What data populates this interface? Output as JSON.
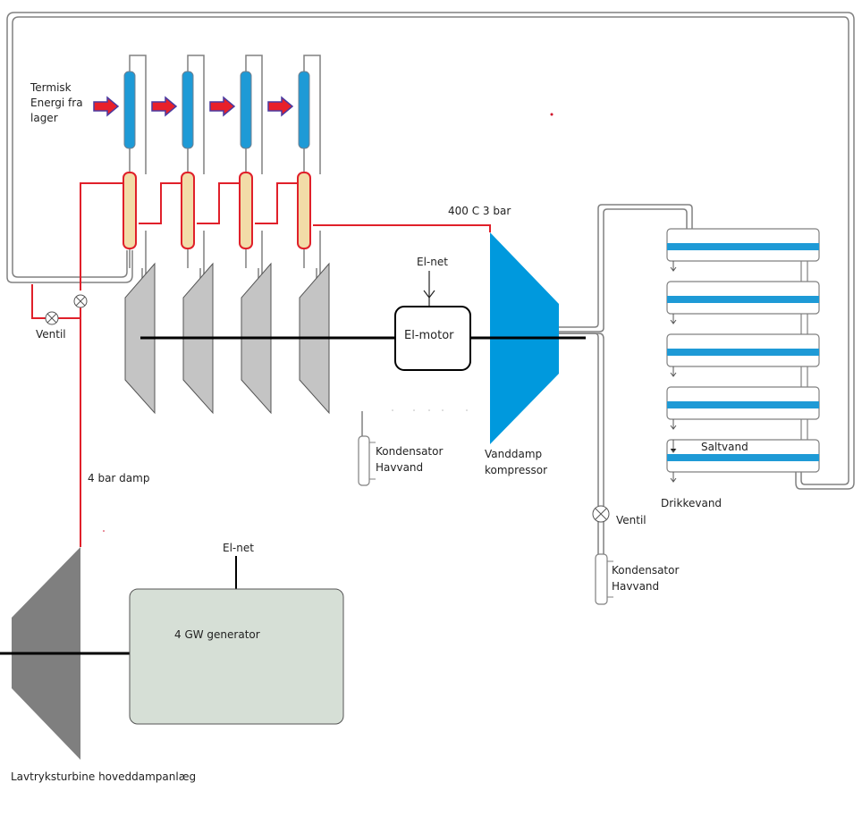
{
  "diagram": {
    "labels": {
      "thermal_energy": [
        "Termisk",
        "Energi fra",
        "lager"
      ],
      "steam_condition": "400 C 3 bar",
      "el_net_motor": "El-net",
      "el_motor": "El-motor",
      "valve_left": "Ventil",
      "condenser_mid": [
        "Kondensator",
        "Havvand"
      ],
      "compressor": [
        "Vanddamp",
        "kompressor"
      ],
      "saltwater": "Saltvand",
      "drinking_water": "Drikkevand",
      "valve_right": "Ventil",
      "condenser_right": [
        "Kondensator",
        "Havvand"
      ],
      "steam_4bar": "4 bar damp",
      "el_net_generator": "El-net",
      "generator": "4 GW generator",
      "low_pressure_turbine": "Lavtryksturbine hoveddampanlæg"
    },
    "stages": 4,
    "evaporator_trays": 5,
    "colors": {
      "steam_line": "#e0202a",
      "water_pipe": "#808080",
      "heater_blue": "#1e9ad6",
      "heat_exchanger": "#f2dca8",
      "turbine_gray": "#c4c4c4",
      "main_turbine": "#7f7f7f",
      "compressor_blue": "#0099dd",
      "generator_fill": "#d6dfd6",
      "arrow_fill": "#e8202a",
      "arrow_outline": "#4a3aa0"
    }
  }
}
